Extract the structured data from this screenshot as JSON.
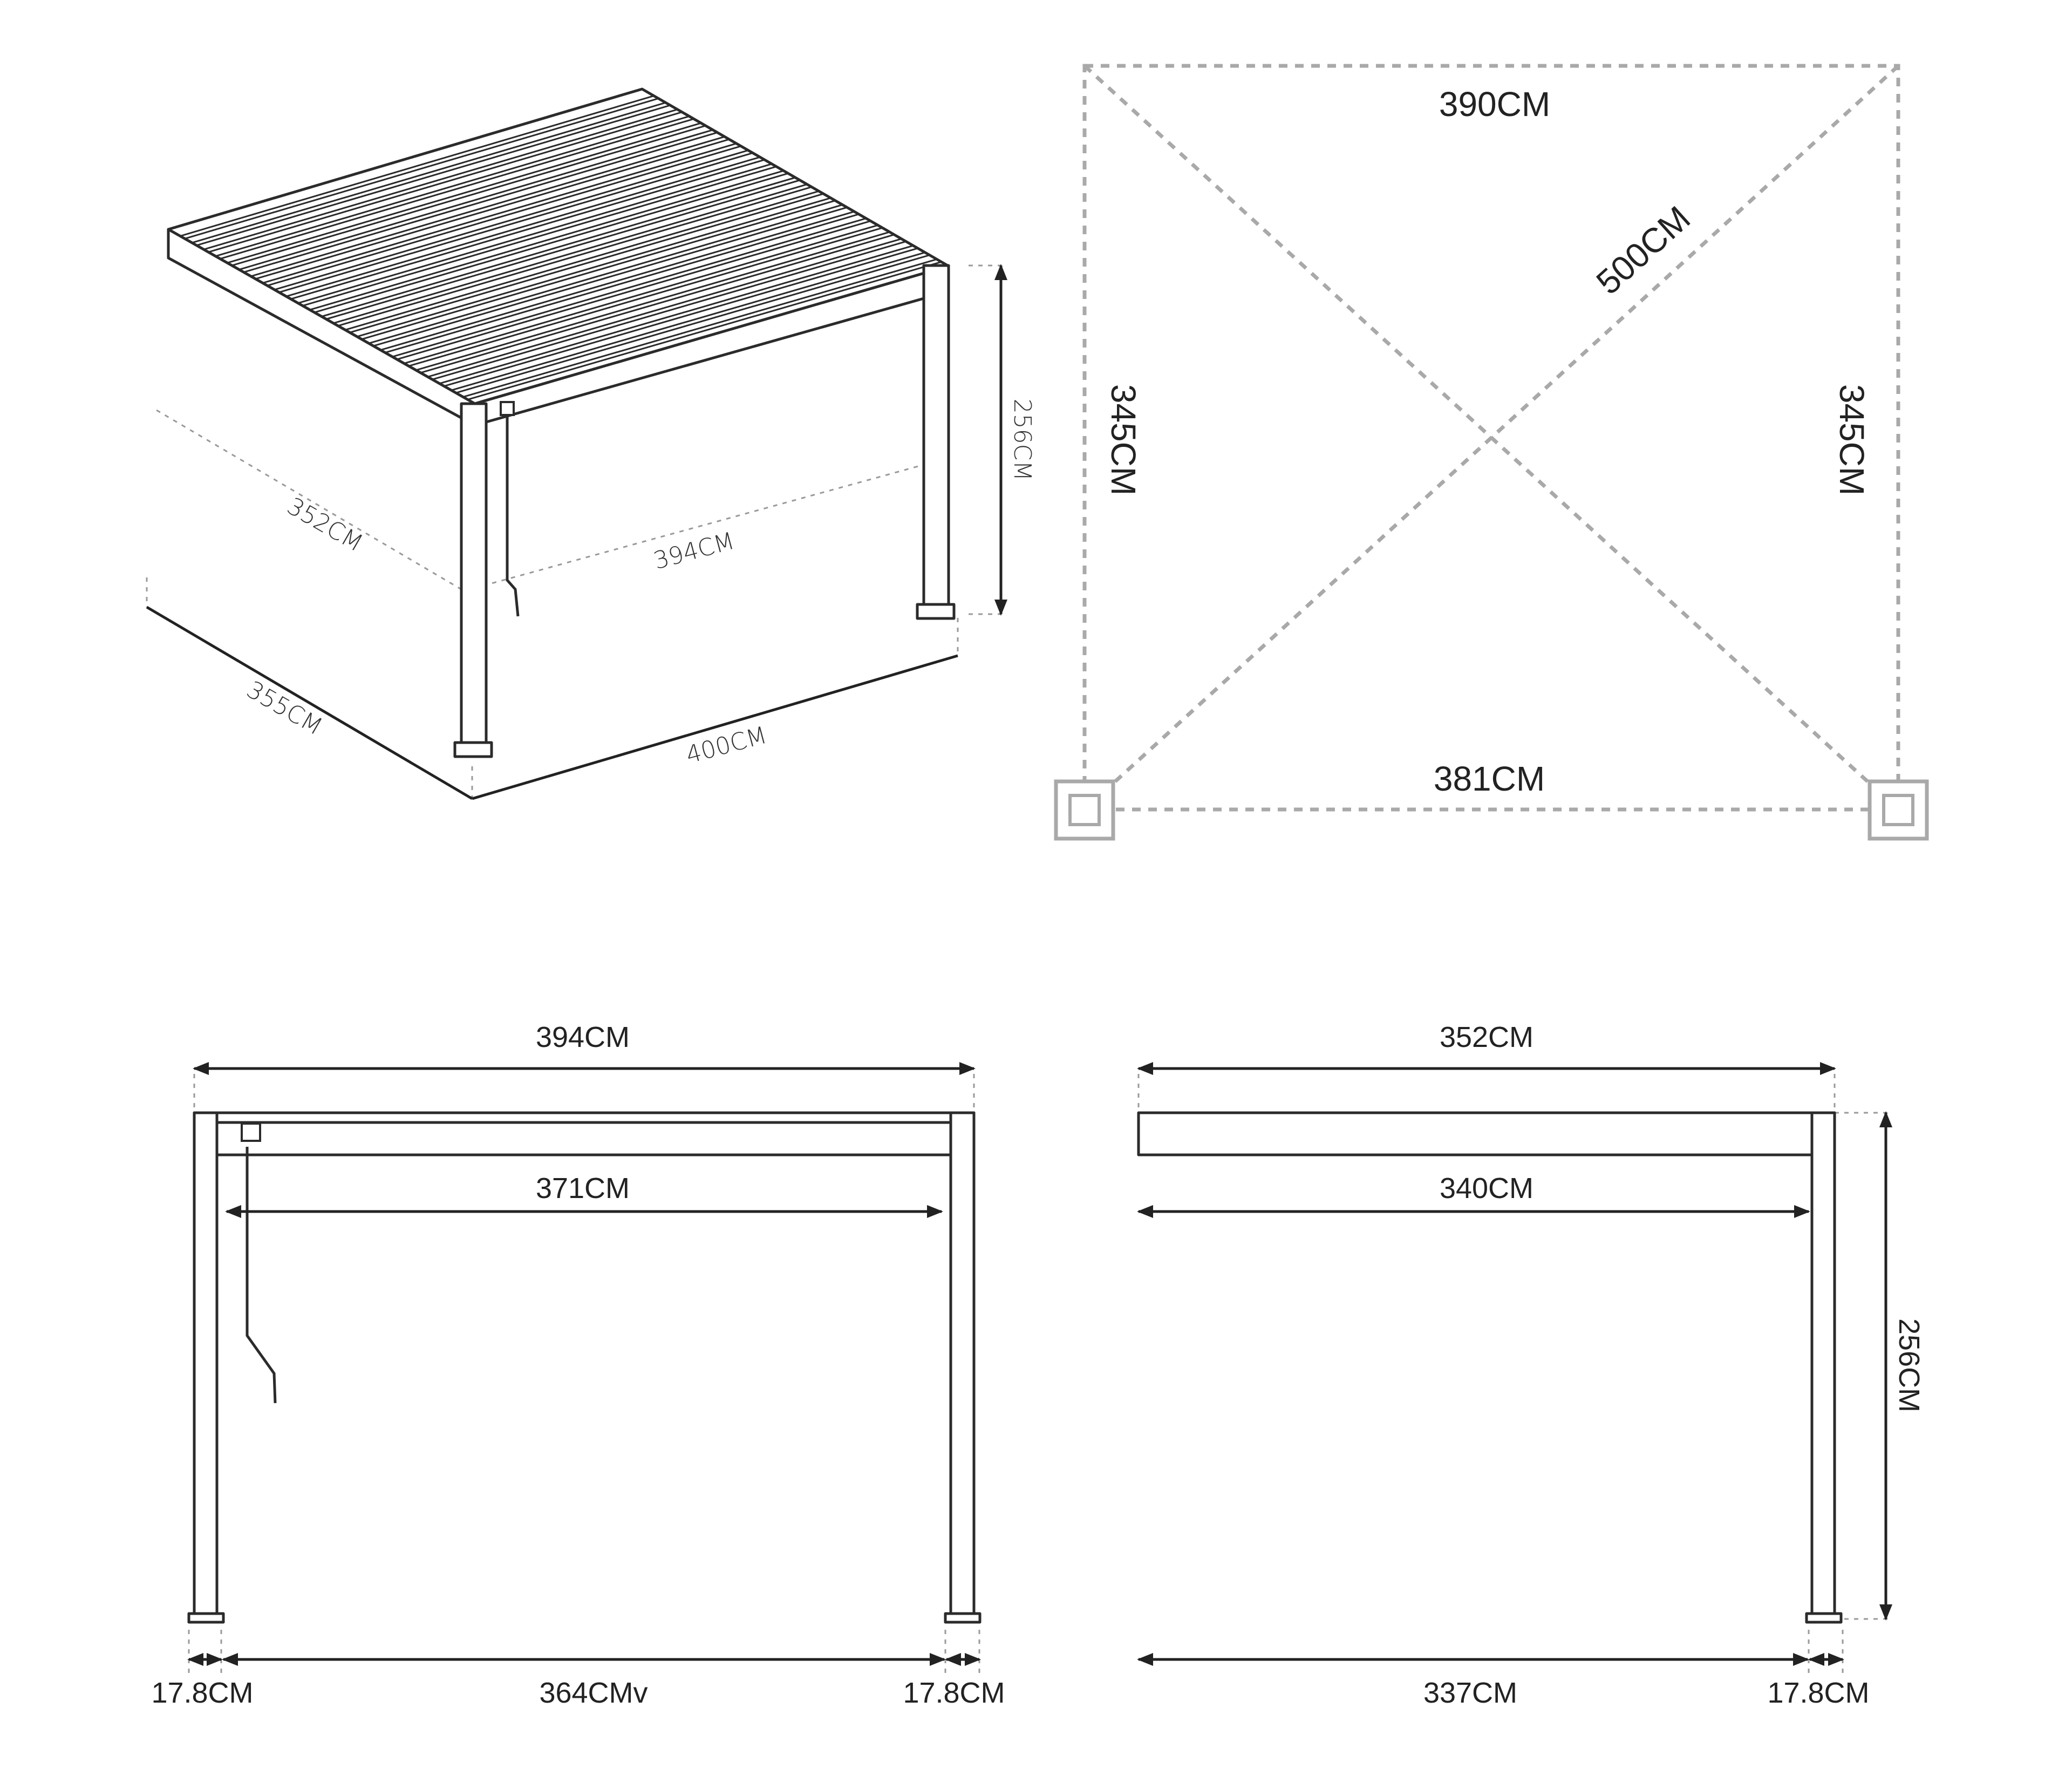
{
  "iso": {
    "depth_top": "352CM",
    "width_top": "394CM",
    "height": "256CM",
    "depth_base": "355CM",
    "width_base": "400CM"
  },
  "plan": {
    "top": "390CM",
    "bottom": "381CM",
    "diagonal": "500CM",
    "left": "345CM",
    "right": "345CM"
  },
  "front": {
    "overall": "394CM",
    "inner_beam": "371CM",
    "post_left": "17.8CM",
    "between_posts": "364CMv",
    "post_right": "17.8CM"
  },
  "side": {
    "overall": "352CM",
    "inner_beam": "340CM",
    "height": "256CM",
    "base": "337CM",
    "post": "17.8CM"
  },
  "colors": {
    "line": "#2b2b2b",
    "dashed": "#a9a9a9",
    "text": "#222222"
  }
}
